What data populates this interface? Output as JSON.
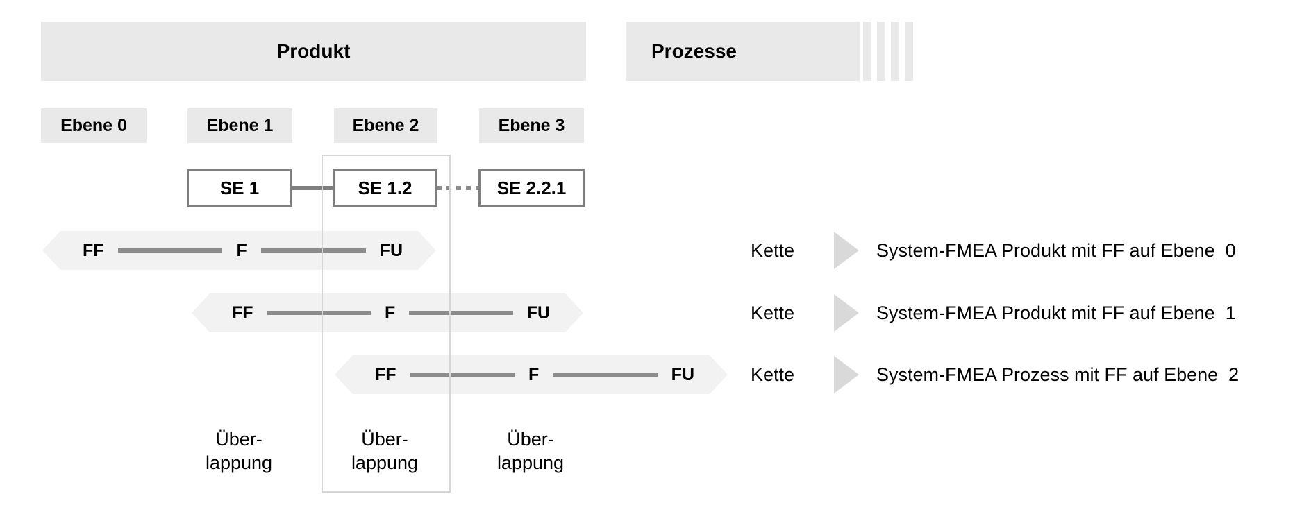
{
  "headers": {
    "produkt": "Produkt",
    "prozesse": "Prozesse"
  },
  "levels": [
    {
      "label": "Ebene 0"
    },
    {
      "label": "Ebene 1"
    },
    {
      "label": "Ebene 2"
    },
    {
      "label": "Ebene 3"
    }
  ],
  "system_elements": [
    {
      "label": "SE 1"
    },
    {
      "label": "SE 1.2"
    },
    {
      "label": "SE 2.2.1"
    }
  ],
  "chains": [
    {
      "ff": "FF",
      "f": "F",
      "fu": "FU",
      "arrow_label": "Kette",
      "description": "System-FMEA Produkt mit FF auf Ebene  0"
    },
    {
      "ff": "FF",
      "f": "F",
      "fu": "FU",
      "arrow_label": "Kette",
      "description": "System-FMEA Produkt mit FF auf Ebene  1"
    },
    {
      "ff": "FF",
      "f": "F",
      "fu": "FU",
      "arrow_label": "Kette",
      "description": "System-FMEA Prozess mit FF auf Ebene  2"
    }
  ],
  "overlaps": [
    {
      "line1": "Über-",
      "line2": "lappung"
    },
    {
      "line1": "Über-",
      "line2": "lappung"
    },
    {
      "line1": "Über-",
      "line2": "lappung"
    }
  ],
  "colors": {
    "header_fill": "#e9e9e9",
    "level_fill": "#e9e9e9",
    "box_border": "#7f7f7f",
    "chain_fill": "#f2f2f2",
    "bar_color": "#8c8c8c",
    "triangle_fill": "#d9d9d9",
    "overlap_border": "#d6d6d6"
  }
}
